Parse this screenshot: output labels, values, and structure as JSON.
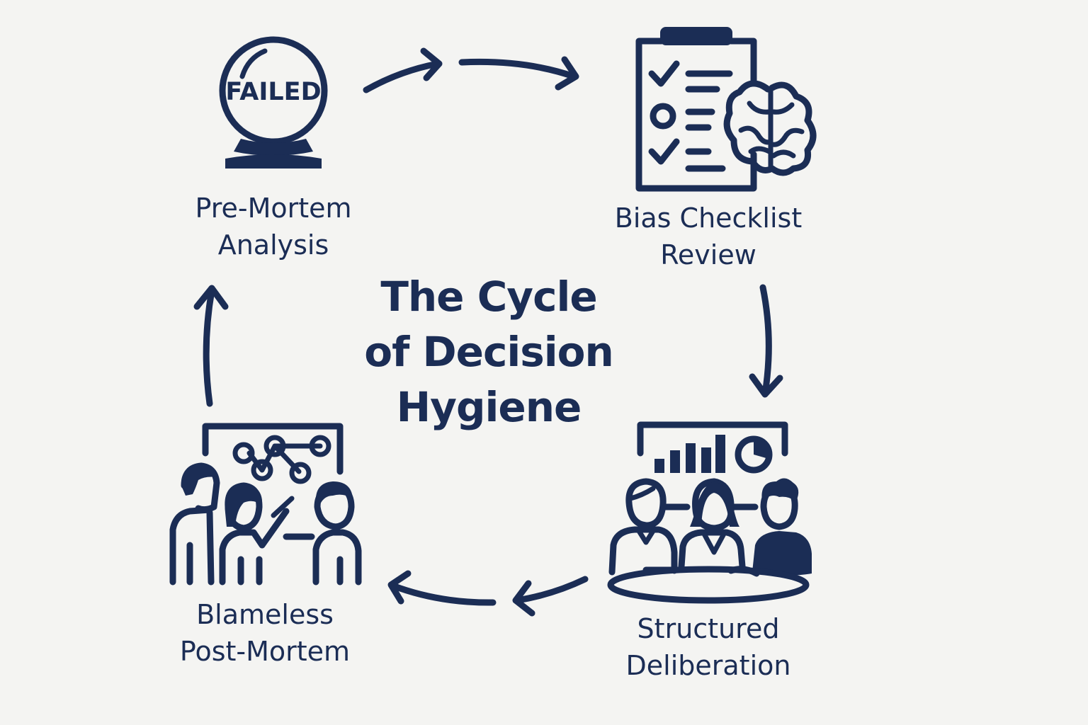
{
  "title": {
    "line1": "The Cycle",
    "line2": "of Decision",
    "line3": "Hygiene"
  },
  "steps": [
    {
      "id": "pre-mortem",
      "line1": "Pre-Mortem",
      "line2": "Analysis",
      "badge": "FAILED",
      "icon": "crystal-ball-icon"
    },
    {
      "id": "bias-checklist",
      "line1": "Bias Checklist",
      "line2": "Review",
      "icon": "checklist-brain-icon"
    },
    {
      "id": "structured-deliberation",
      "line1": "Structured",
      "line2": "Deliberation",
      "icon": "meeting-table-icon"
    },
    {
      "id": "blameless-post-mortem",
      "line1": "Blameless",
      "line2": "Post-Mortem",
      "icon": "team-discussion-icon"
    }
  ],
  "colors": {
    "primary": "#1b2d55",
    "background": "#f4f4f2"
  }
}
